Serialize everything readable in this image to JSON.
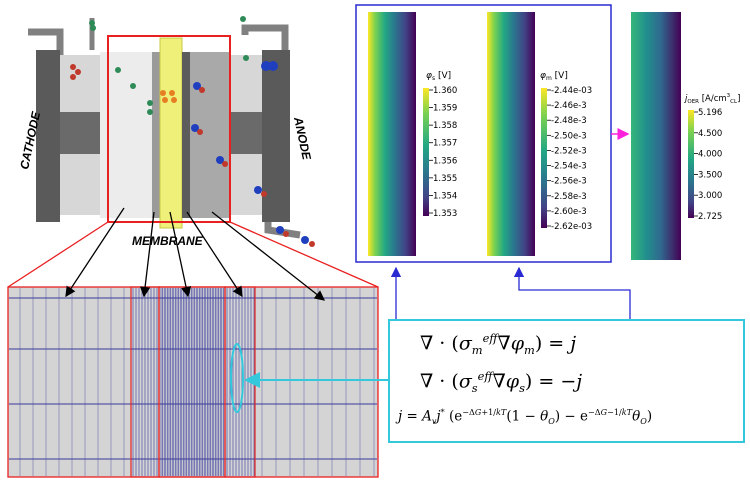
{
  "diagram": {
    "labels": {
      "cathode": "CATHODE",
      "anode": "ANODE",
      "membrane": "MEMBRANE"
    },
    "colorbars": [
      {
        "title": "φs [V]",
        "ticks": [
          "1.360",
          "1.359",
          "1.358",
          "1.357",
          "1.356",
          "1.355",
          "1.354",
          "1.353"
        ]
      },
      {
        "title": "φm [V]",
        "ticks": [
          "-2.44e-03",
          "-2.46e-3",
          "-2.48e-3",
          "-2.50e-3",
          "-2.52e-3",
          "-2.54e-3",
          "-2.56e-3",
          "-2.58e-3",
          "-2.60e-3",
          "-2.62e-03"
        ]
      },
      {
        "title": "jOER [A/cm³CL]",
        "ticks": [
          "5.196",
          "4.500",
          "4.000",
          "3.500",
          "3.000",
          "2.725"
        ]
      }
    ],
    "equations": {
      "eq1": "∇ · (σm^eff ∇φm) = j",
      "eq2": "∇ · (σs^eff ∇φs) = −j",
      "eq3": "j = Av j* (e^(−ΔG+1/kT)(1 − θO) − e^(−ΔG−1/kT) θO)"
    },
    "colors": {
      "red_frame": "#e8201f",
      "blue_frame": "#2a2ad2",
      "cyan": "#34c8dc",
      "magenta": "#ff22dd",
      "membrane": "#eef07a",
      "viridis_dark": "#440154",
      "viridis_mid": "#21908d",
      "viridis_light": "#fde725"
    }
  }
}
